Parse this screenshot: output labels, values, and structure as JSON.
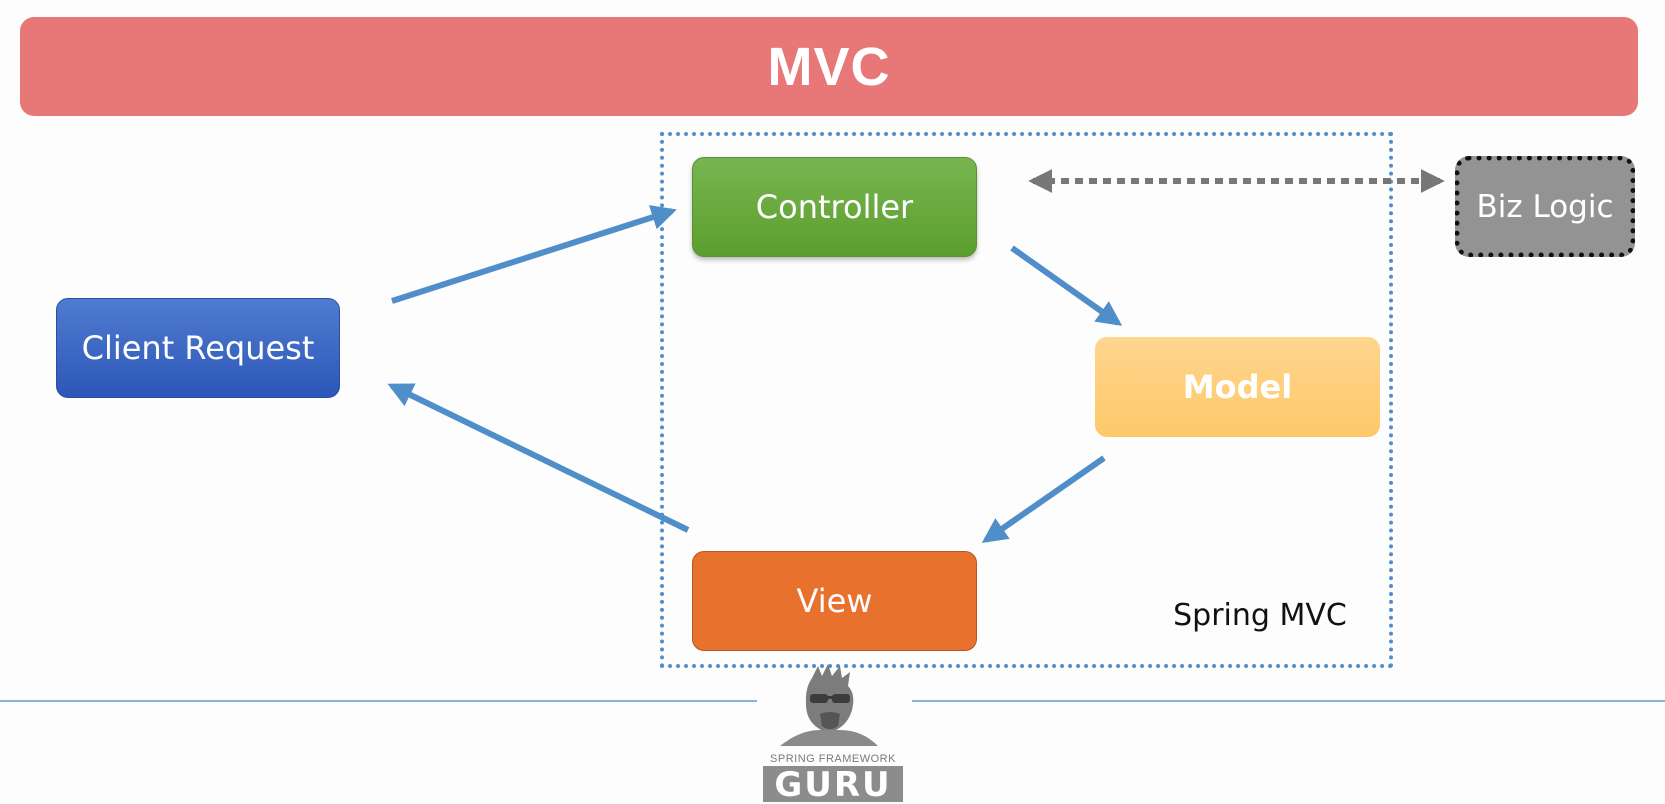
{
  "title": "MVC",
  "container_label": "Spring MVC",
  "nodes": {
    "controller": "Controller",
    "model": "Model",
    "view": "View",
    "client": "Client Request",
    "biz": "Biz Logic"
  },
  "logo": {
    "line1": "SPRING FRAMEWORK",
    "line2": "GURU"
  },
  "colors": {
    "title_banner": "#e87878",
    "container_border": "#4f8ec9",
    "arrow": "#4f8ec9",
    "biz_arrow": "#777777",
    "controller": "#5b9e2e",
    "model": "#fec86a",
    "view": "#e8712d",
    "client": "#2c56b8",
    "biz": "#939393"
  }
}
